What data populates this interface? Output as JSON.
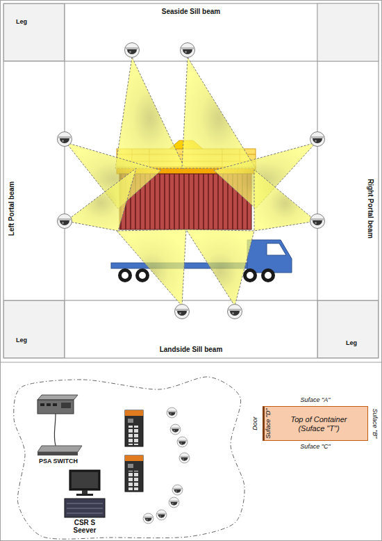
{
  "diagram": {
    "nodes": [
      {
        "text": [
          "Leg"
        ]
      },
      {
        "text": [
          "Seaside Sill beam"
        ]
      },
      {
        "text": [
          "Left Portal beam"
        ]
      },
      {
        "text": [
          "Right Portal beam"
        ]
      },
      {
        "text": [
          "Leg"
        ]
      },
      {
        "text": [
          "Landside Sill beam"
        ]
      },
      {
        "text": [
          "Leg"
        ]
      },
      {
        "text": [
          "Top of Container (Suface \"T\")"
        ]
      }
    ],
    "labels": [
      "PSA SWITCH",
      "CSR S Seever",
      "Suface \"A\"",
      "Door",
      "Suface \"D\"",
      "Suface \"B\"",
      "Suface \"C\""
    ]
  }
}
